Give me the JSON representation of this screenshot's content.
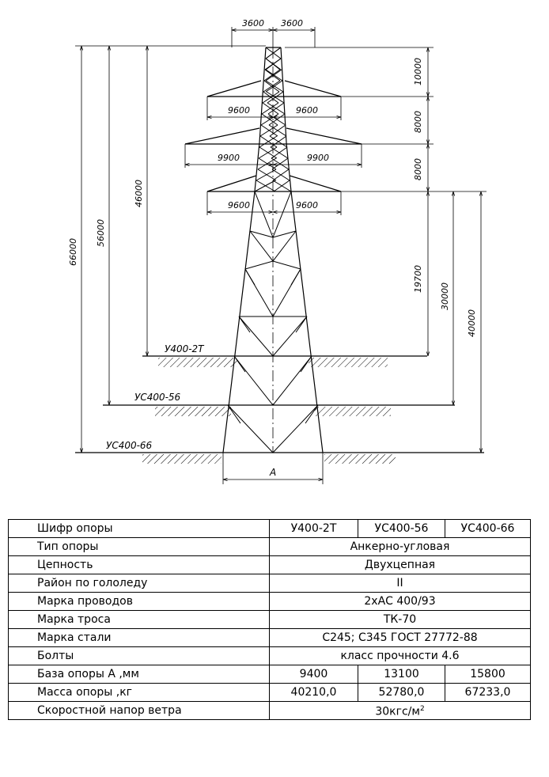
{
  "drawing": {
    "top_arm_dims": [
      "3600",
      "3600"
    ],
    "arm1_dims": [
      "9600",
      "9600"
    ],
    "arm2_dims": [
      "9900",
      "9900"
    ],
    "arm3_dims": [
      "9600",
      "9600"
    ],
    "vertical_segments": [
      "10000",
      "8000",
      "8000"
    ],
    "right_heights": [
      "19700",
      "30000",
      "40000"
    ],
    "left_heights": [
      "66000",
      "56000",
      "46000"
    ],
    "ground_labels": [
      "У400-2Т",
      "УС400-56",
      "УС400-66"
    ],
    "base_label": "А"
  },
  "table": {
    "rows": [
      {
        "label": "Шифр опоры",
        "values": [
          "У400-2Т",
          "УС400-56",
          "УС400-66"
        ]
      },
      {
        "label": "Тип опоры",
        "value": "Анкерно-угловая"
      },
      {
        "label": "Цепность",
        "value": "Двухцепная"
      },
      {
        "label": "Район по гололеду",
        "value": "II"
      },
      {
        "label": "Марка проводов",
        "value": "2хАС 400/93"
      },
      {
        "label": "Марка троса",
        "value": "ТК-70"
      },
      {
        "label": "Марка стали",
        "value": "С245; С345 ГОСТ 27772-88"
      },
      {
        "label": "Болты",
        "value": "класс прочности 4.6"
      },
      {
        "label": "База опоры А ,мм",
        "values": [
          "9400",
          "13100",
          "15800"
        ]
      },
      {
        "label": "Масса опоры ,кг",
        "values": [
          "40210,0",
          "52780,0",
          "67233,0"
        ]
      },
      {
        "label": "Скоростной напор ветра",
        "value": "30кгс/м",
        "sup": "2"
      }
    ]
  }
}
